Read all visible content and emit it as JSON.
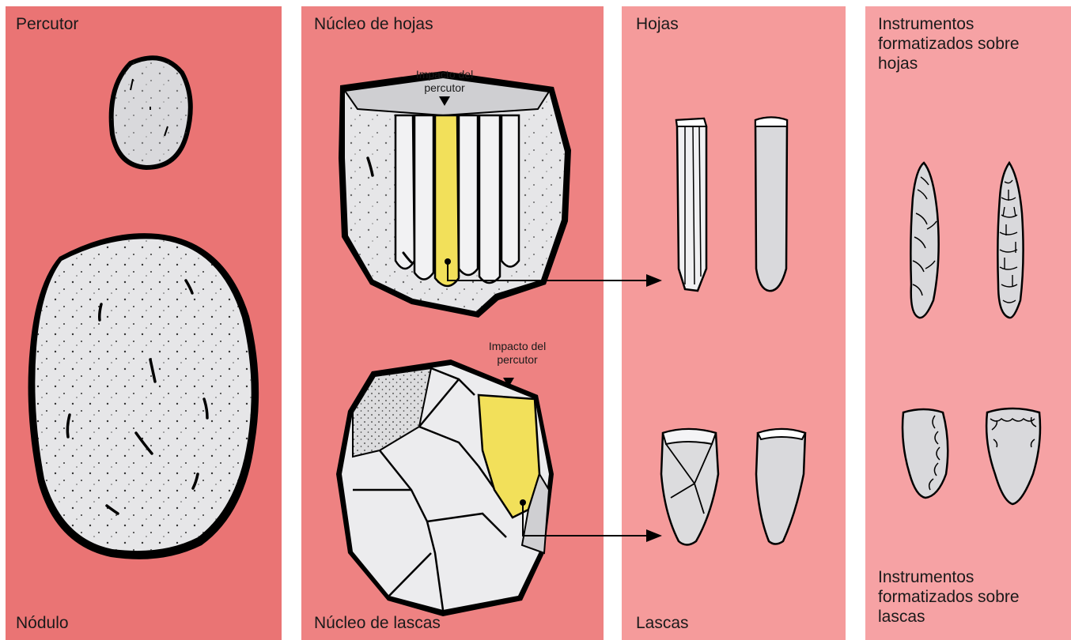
{
  "panels": {
    "percutor": {
      "title": "Percutor",
      "bottom": "Nódulo"
    },
    "nucleo": {
      "title": "Núcleo de hojas",
      "bottom": "Núcleo de lascas"
    },
    "productos": {
      "title": "Hojas",
      "bottom": "Lascas"
    },
    "instrumentos": {
      "title": "Instrumentos\nformatizados sobre\nhojas",
      "bottom": "Instrumentos\nformatizados sobre\nlascas"
    }
  },
  "annotations": {
    "impacto_hojas": "Impacto del\npercutor",
    "impacto_lascas": "Impacto del\npercutor"
  },
  "colors": {
    "panel_1": "#ea7474",
    "panel_2": "#ee8282",
    "panel_3": "#f59b9b",
    "panel_4": "#f6a2a4",
    "stone": "#e8e8ea",
    "stone_shade": "#cfcfd2",
    "impact": "#f2e05a",
    "outline": "#000000"
  }
}
